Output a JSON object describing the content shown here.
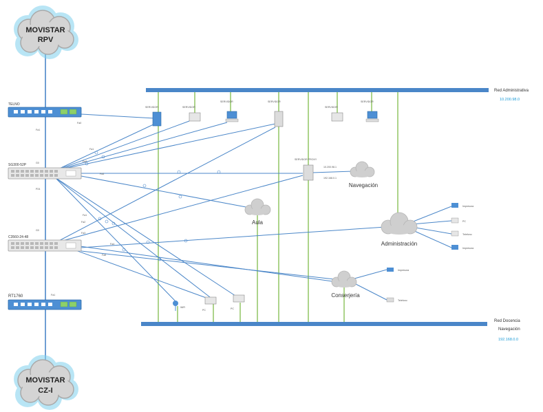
{
  "clouds": {
    "top": {
      "line1": "MOVISTAR",
      "line2": "RPV"
    },
    "bottom": {
      "line1": "MOVISTAR",
      "line2": "CZ-I"
    },
    "navegacion": "Navegación",
    "aula": "Aula",
    "administracion": "Administración",
    "conserjeria": "Conserjería"
  },
  "devices": {
    "router_top": "TELNO",
    "router_bottom": "RT1760",
    "switch_a": "SG300-52P",
    "switch_b": "C3560-24-48"
  },
  "networks": {
    "admin_title": "Red Administrativa",
    "admin_ip": "10.200.98.0",
    "docencia_title1": "Red Docencia",
    "docencia_title2": "Navegación",
    "docencia_ip": "192.168.0.0"
  },
  "admin_devices": [
    "SERVIDOR",
    "SERVIDOR",
    "SERVIDOR",
    "SERVIDOR",
    "SERVIDOR",
    "SERVIDOR"
  ],
  "right_labels": {
    "a": "Impresora",
    "b": "PC",
    "c": "Telefono",
    "d": "Impresora",
    "e": "Impresora",
    "f": "Telefono"
  }
}
